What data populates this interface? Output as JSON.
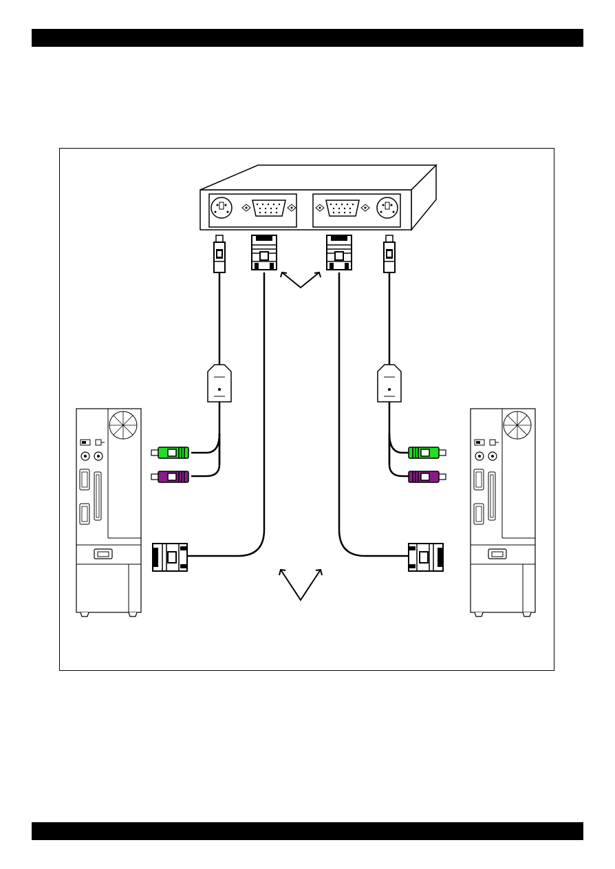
{
  "diagram": {
    "colors": {
      "line": "#000000",
      "keyboard_plug": "#22dd22",
      "mouse_plug": "#8a1a8a",
      "background": "#ffffff"
    },
    "components": {
      "kvm_switch": "kvm-switch",
      "left_pc": "computer-tower-left",
      "right_pc": "computer-tower-right",
      "ps2_splitter_left": "ps2-splitter-left",
      "ps2_splitter_right": "ps2-splitter-right",
      "vga_connectors": [
        "vga-connector-left-top",
        "vga-connector-right-top",
        "vga-connector-left-pc",
        "vga-connector-right-pc"
      ],
      "ps2_plugs": [
        "keyboard-plug-green-left",
        "mouse-plug-purple-left",
        "keyboard-plug-green-right",
        "mouse-plug-purple-right"
      ]
    }
  }
}
